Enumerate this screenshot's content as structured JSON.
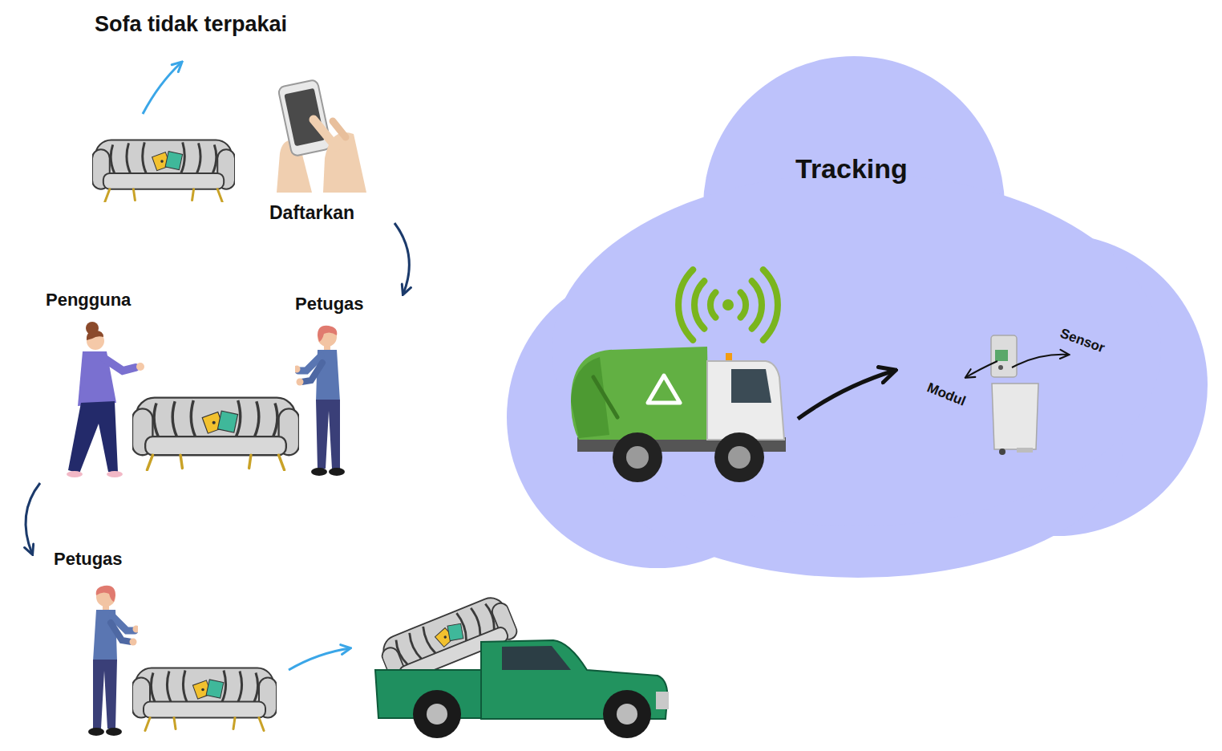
{
  "diagram": {
    "nodes": [
      {
        "text": [
          "Tracking"
        ]
      }
    ],
    "labels": [
      "Sofa tidak terpakai",
      "Daftarkan",
      "Pengguna",
      "Petugas",
      "Petugas",
      "Sensor",
      "Modul"
    ]
  }
}
